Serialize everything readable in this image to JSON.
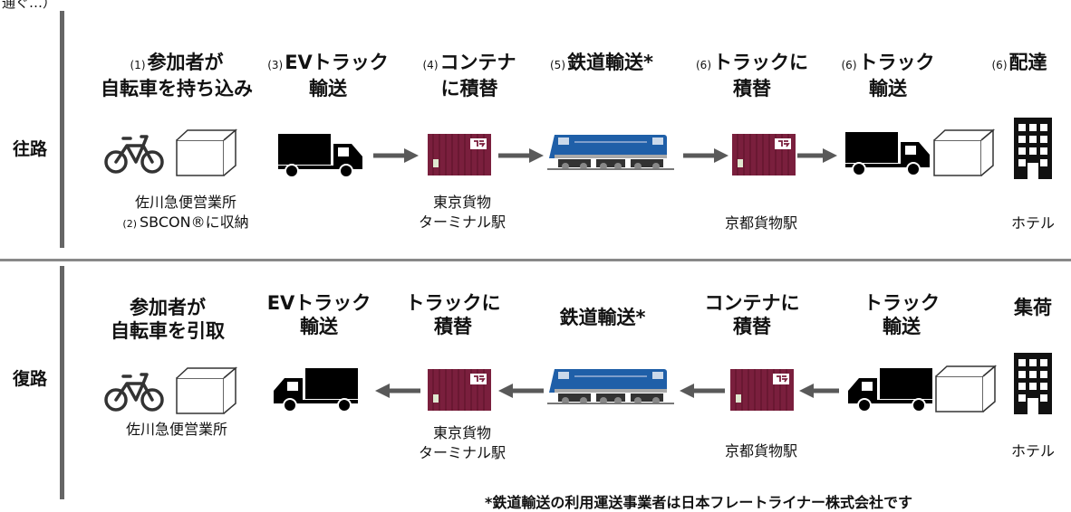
{
  "top_fragment": "通ぐ…）",
  "outbound": {
    "label": "往路",
    "steps": [
      {
        "num": "(1)",
        "line1": "参加者が",
        "line2": "自転車を持ち込み"
      },
      {
        "num": "(3)",
        "line1": "EVトラック",
        "line2": "輸送"
      },
      {
        "num": "(4)",
        "line1": "コンテナ",
        "line2": "に積替"
      },
      {
        "num": "(5)",
        "line1": "鉄道輸送*",
        "line2": ""
      },
      {
        "num": "(6)",
        "line1": "トラックに",
        "line2": "積替"
      },
      {
        "num": "(6)",
        "line1": "トラック",
        "line2": "輸送"
      },
      {
        "num": "(6)",
        "line1": "配達",
        "line2": ""
      }
    ],
    "captions": {
      "sagawa": "佐川急便営業所",
      "sbcon_num": "(2)",
      "sbcon": "SBCON®に収納",
      "tokyo_1": "東京貨物",
      "tokyo_2": "ターミナル駅",
      "kyoto": "京都貨物駅",
      "hotel": "ホテル"
    }
  },
  "return": {
    "label": "復路",
    "steps": [
      {
        "line1": "参加者が",
        "line2": "自転車を引取"
      },
      {
        "line1": "EVトラック",
        "line2": "輸送"
      },
      {
        "line1": "トラックに",
        "line2": "積替"
      },
      {
        "line1": "鉄道輸送*",
        "line2": ""
      },
      {
        "line1": "コンテナに",
        "line2": "積替"
      },
      {
        "line1": "トラック",
        "line2": "輸送"
      },
      {
        "line1": "集荷",
        "line2": ""
      }
    ],
    "captions": {
      "sagawa": "佐川急便営業所",
      "tokyo_1": "東京貨物",
      "tokyo_2": "ターミナル駅",
      "kyoto": "京都貨物駅",
      "hotel": "ホテル"
    }
  },
  "footnote": "*鉄道輸送の利用運送事業者は日本フレートライナー株式会社です",
  "colors": {
    "container": "#7a1f3d",
    "locomotive": "#1f5fa8",
    "arrow": "#595959",
    "rule": "#888888"
  }
}
